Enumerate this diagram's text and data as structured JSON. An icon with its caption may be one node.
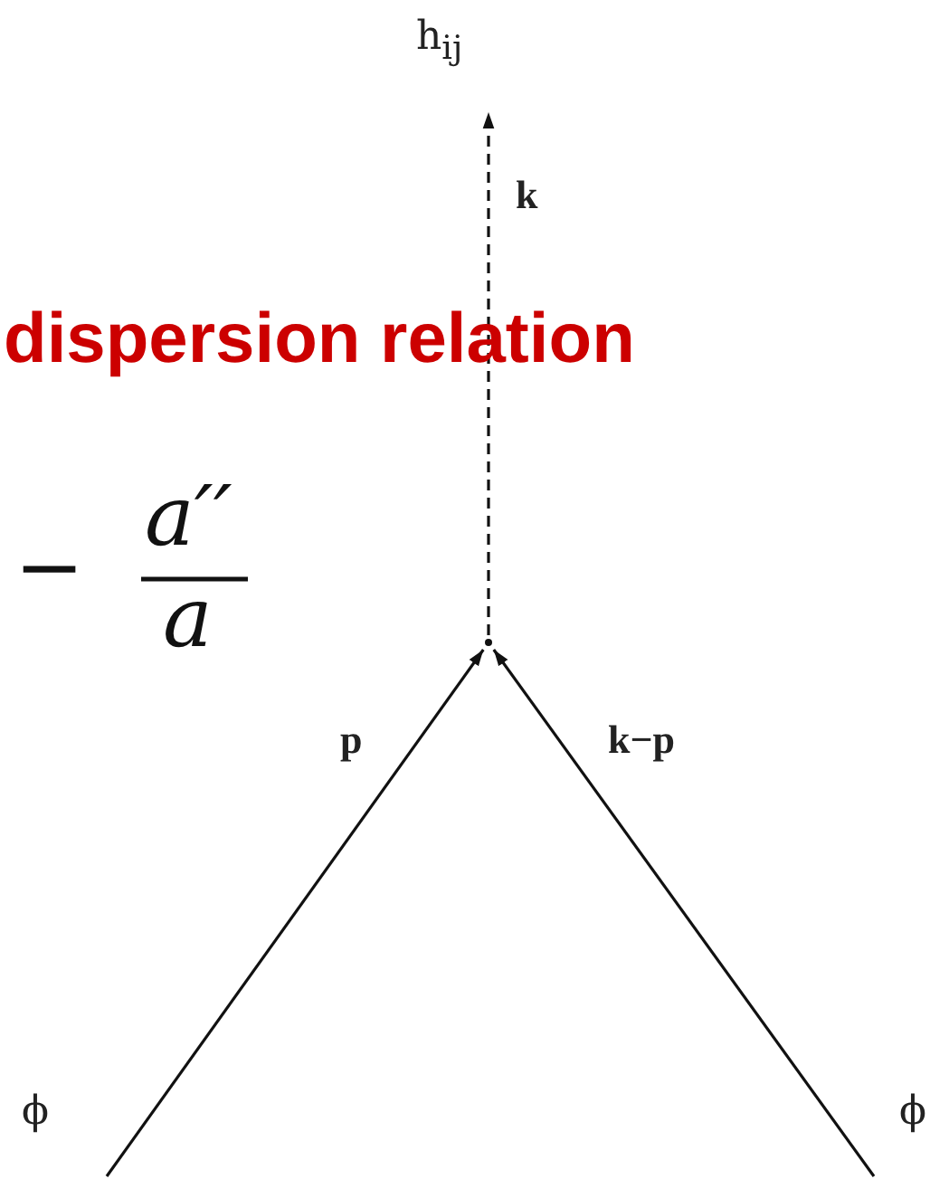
{
  "diagram": {
    "nodes": [
      {
        "text": [
          "h$_{ij}$"
        ]
      },
      {
        "text": [],
        "shape": "point"
      },
      {
        "text": [
          "ϕ"
        ]
      },
      {
        "text": [
          "ϕ"
        ]
      }
    ],
    "edges": [
      {
        "from": 1,
        "to": 0,
        "arrow": "to",
        "style": "dashed",
        "label": "k"
      },
      {
        "from": 2,
        "to": 1,
        "arrow": "to",
        "label": "p"
      },
      {
        "from": 3,
        "to": 1,
        "arrow": "to",
        "label": "k−p"
      }
    ],
    "labels": [
      "dispersion relation",
      "−",
      "a′′",
      "a"
    ]
  }
}
